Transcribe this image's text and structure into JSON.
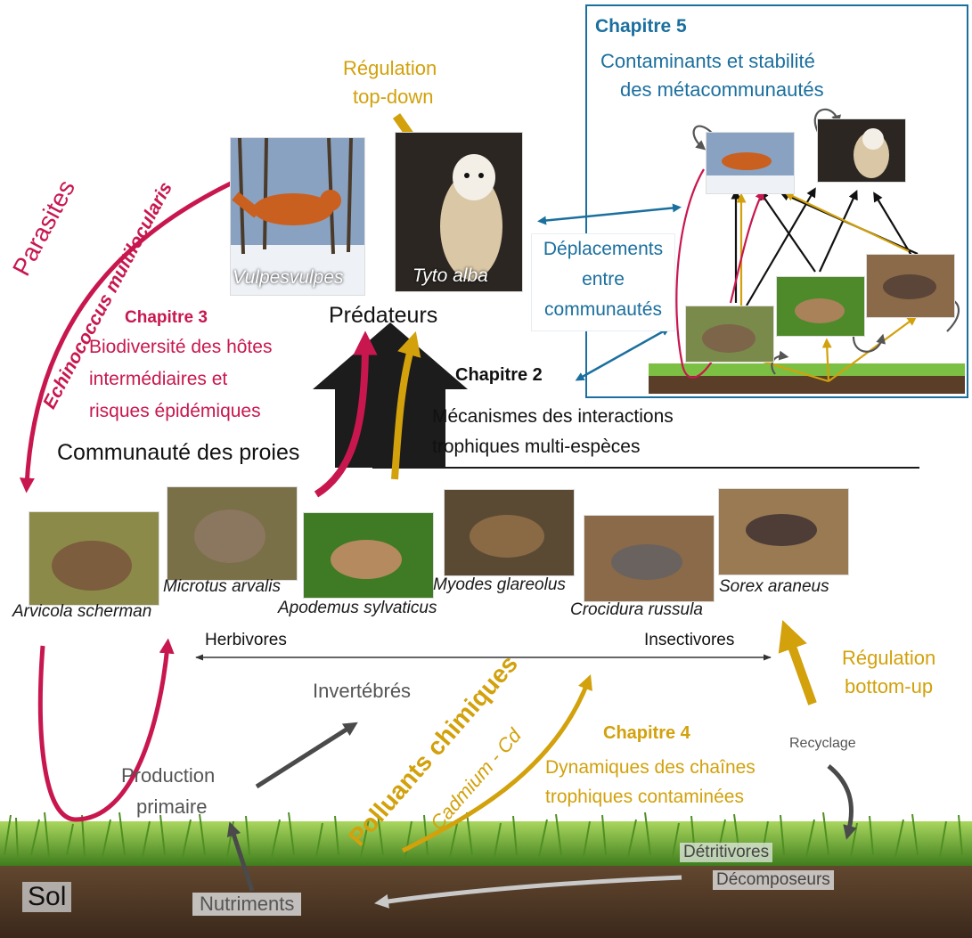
{
  "colors": {
    "magenta": "#c8174f",
    "gold": "#d2a10c",
    "blue": "#1b6f9e",
    "dark_grey": "#4a4a4a",
    "black_arrow": "#1c1c1c",
    "soil": "#4a3526",
    "grass": "#5fa02c"
  },
  "chapitre5": {
    "title": "Chapitre 5",
    "line1": "Contaminants et stabilité",
    "line2": "des métacommunautés"
  },
  "chapitre3": {
    "title": "Chapitre 3",
    "line1": "Biodiversité des hôtes",
    "line2": "intermédiaires et",
    "line3": "risques épidémiques"
  },
  "chapitre2": {
    "title": "Chapitre 2",
    "line1": "Mécanismes des interactions",
    "line2": "trophiques multi-espèces"
  },
  "chapitre4": {
    "title": "Chapitre 4",
    "line1": "Dynamiques des chaînes",
    "line2": "trophiques  contaminées"
  },
  "regulation_top": {
    "line1": "Régulation",
    "line2": "top-down"
  },
  "regulation_bottom": {
    "line1": "Régulation",
    "line2": "bottom-up"
  },
  "parasites": {
    "line1": "Parasites",
    "line2": "Echinococcus multilocularis"
  },
  "polluants": {
    "line1": "Polluants chimiques",
    "line2": "Cadmium - Cd"
  },
  "deplacements": {
    "line1": "Déplacements",
    "line2": "entre",
    "line3": "communautés"
  },
  "predateurs": "Prédateurs",
  "communaute_proies": "Communauté des proies",
  "herbivores": "Herbivores",
  "insectivores": "Insectivores",
  "invertebres": "Invertébrés",
  "production": {
    "line1": "Production",
    "line2": "primaire"
  },
  "recyclage": "Recyclage",
  "detritivores": "Détritivores",
  "decomposeurs": "Décomposeurs",
  "nutriments": "Nutriments",
  "sol": "Sol",
  "predators": [
    "Vulpesvulpes",
    "Tyto alba"
  ],
  "prey": [
    "Arvicola scherman",
    "Microtus arvalis",
    "Apodemus sylvaticus",
    "Myodes glareolus",
    "Crocidura russula",
    "Sorex araneus"
  ]
}
